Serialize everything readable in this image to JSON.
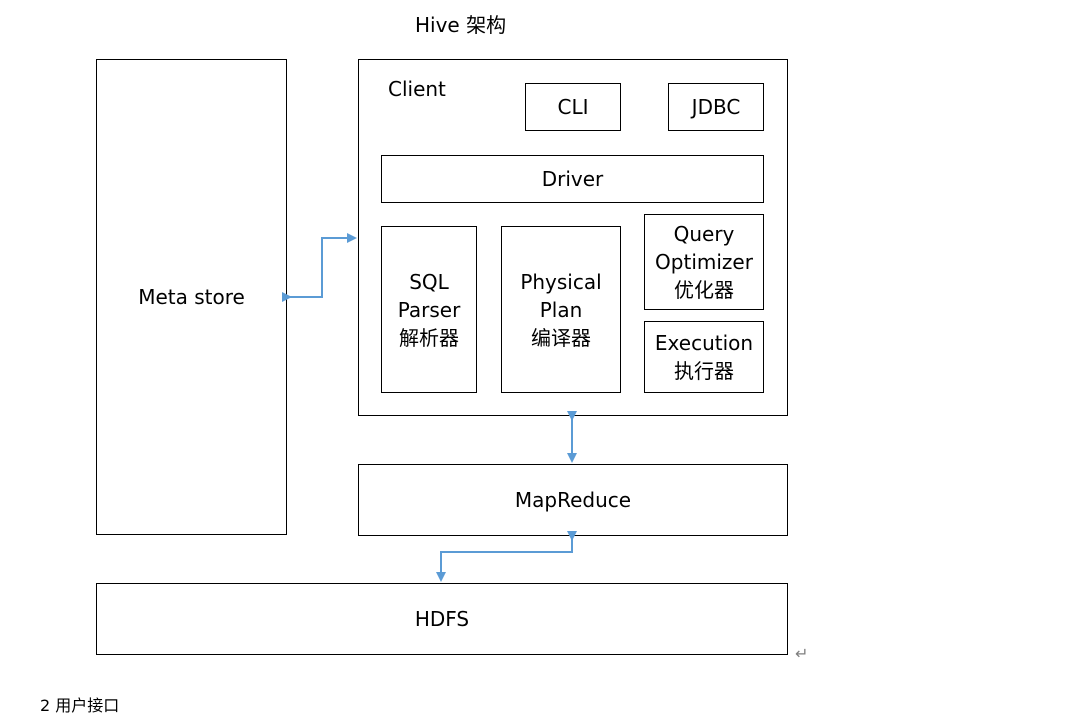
{
  "diagram": {
    "title": "Hive 架构",
    "metastore": {
      "label": "Meta store"
    },
    "client": {
      "label": "Client",
      "cli": "CLI",
      "jdbc": "JDBC",
      "driver": "Driver",
      "sql_parser": {
        "line1": "SQL",
        "line2": "Parser",
        "line3": "解析器"
      },
      "physical_plan": {
        "line1": "Physical",
        "line2": "Plan",
        "line3": "编译器"
      },
      "query_optimizer": {
        "line1": "Query",
        "line2": "Optimizer",
        "line3": "优化器"
      },
      "execution": {
        "line1": "Execution",
        "line2": "执行器"
      }
    },
    "mapreduce": {
      "label": "MapReduce"
    },
    "hdfs": {
      "label": "HDFS"
    },
    "paragraph_mark": "↵",
    "clipped_text": "2 用户接口"
  },
  "colors": {
    "border": "#000000",
    "arrow": "#5b9bd5",
    "text": "#000000",
    "background": "#ffffff"
  }
}
